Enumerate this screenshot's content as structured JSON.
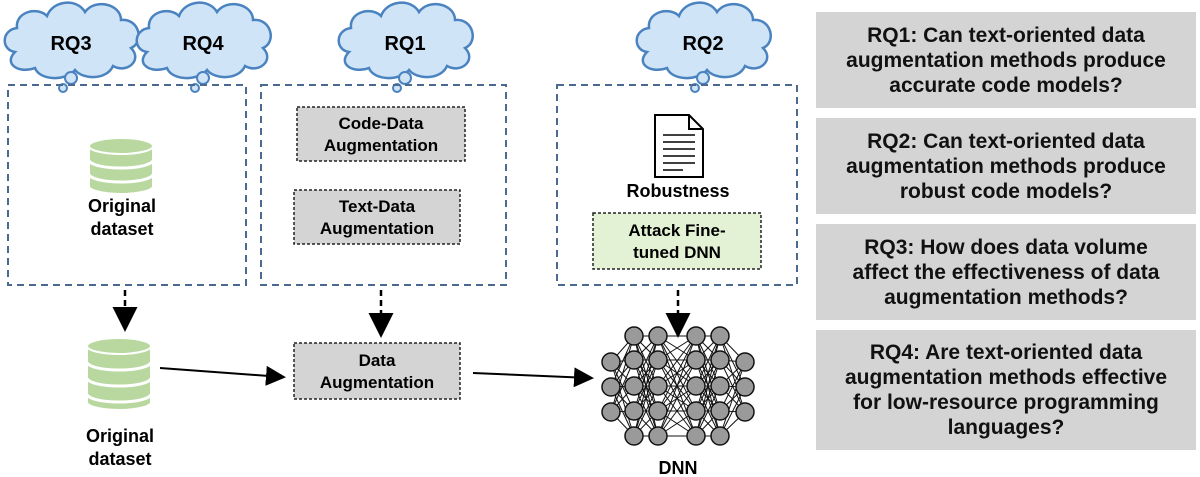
{
  "clouds": {
    "rq3": "RQ3",
    "rq4": "RQ4",
    "rq1": "RQ1",
    "rq2": "RQ2"
  },
  "left_box": {
    "dataset_line1": "Original",
    "dataset_line2": "dataset"
  },
  "middle_box": {
    "code_aug_line1": "Code-Data",
    "code_aug_line2": "Augmentation",
    "text_aug_line1": "Text-Data",
    "text_aug_line2": "Augmentation"
  },
  "right_box": {
    "robustness": "Robustness",
    "attack_line1": "Attack Fine-",
    "attack_line2": "tuned DNN"
  },
  "bottom": {
    "dataset_line1": "Original",
    "dataset_line2": "dataset",
    "aug_line1": "Data",
    "aug_line2": "Augmentation",
    "dnn": "DNN"
  },
  "questions": [
    {
      "lines": [
        "RQ1: Can text-oriented data",
        "augmentation methods produce",
        "accurate code models?"
      ]
    },
    {
      "lines": [
        "RQ2: Can text-oriented data",
        "augmentation methods produce",
        "robust code models?"
      ]
    },
    {
      "lines": [
        "RQ3: How does data volume",
        "affect the effectiveness of data",
        "augmentation methods?"
      ]
    },
    {
      "lines": [
        "RQ4: Are text-oriented data",
        "augmentation methods effective",
        "for low-resource programming",
        "languages?"
      ]
    }
  ],
  "colors": {
    "cloud_fill": "#cfe4f7",
    "cloud_stroke": "#4a83bf",
    "dashed_box": "#4a6b8f",
    "db_fill": "#b9d8a0",
    "gray_box": "#d4d4d4",
    "green_box": "#e3f2d5",
    "node_fill": "#9a9a9a"
  }
}
